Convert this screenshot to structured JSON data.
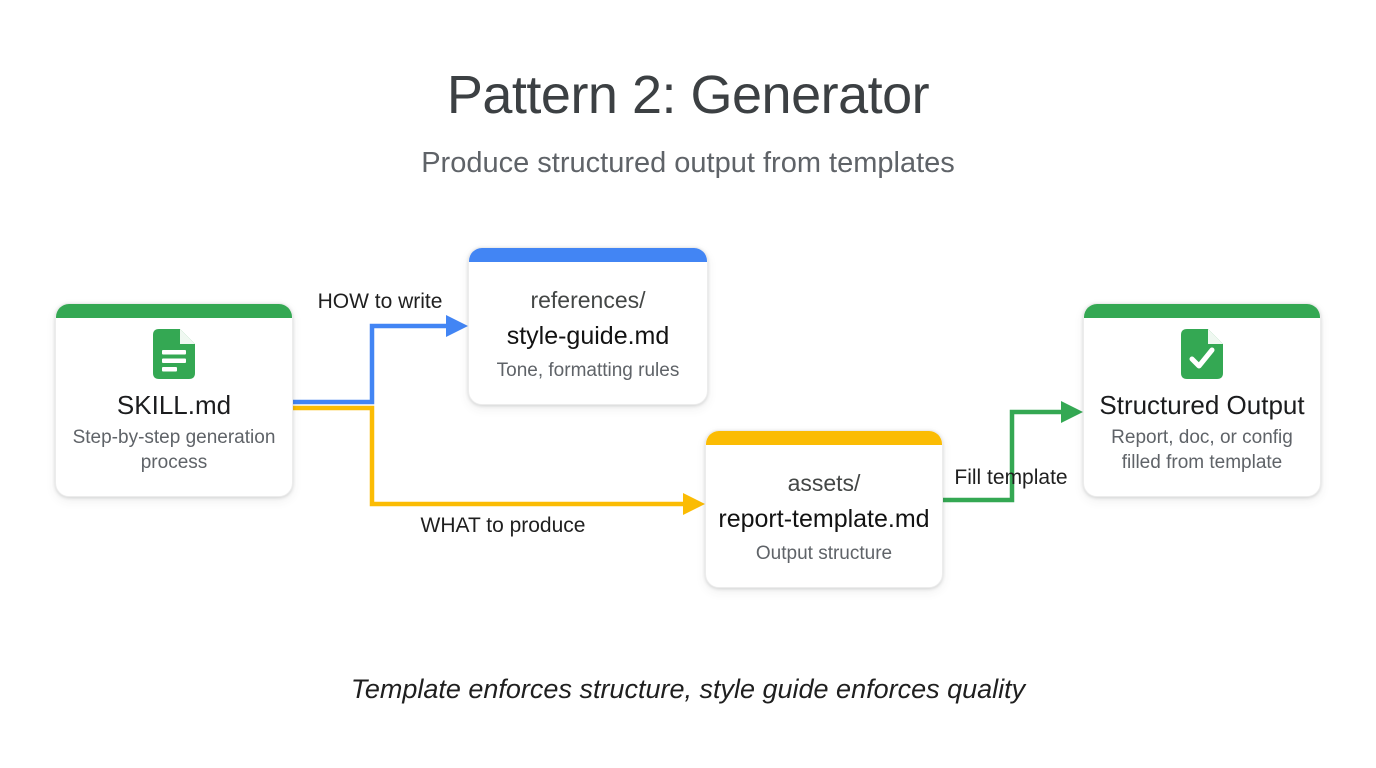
{
  "title": "Pattern 2: Generator",
  "subtitle": "Produce structured output from templates",
  "caption": "Template enforces structure, style guide enforces quality",
  "colors": {
    "green": "#34A853",
    "blue": "#4285F4",
    "yellow": "#FBBC04",
    "title_text": "#3c4043",
    "muted_text": "#5f6368"
  },
  "nodes": {
    "skill": {
      "title": "SKILL.md",
      "subtitle": "Step-by-step generation process",
      "accent": "#34A853",
      "icon": "document-icon"
    },
    "references": {
      "folder": "references/",
      "file": "style-guide.md",
      "desc": "Tone, formatting rules",
      "accent": "#4285F4"
    },
    "assets": {
      "folder": "assets/",
      "file": "report-template.md",
      "desc": "Output structure",
      "accent": "#FBBC04"
    },
    "output": {
      "title": "Structured Output",
      "subtitle": "Report, doc, or config filled from template",
      "accent": "#34A853",
      "icon": "document-check-icon"
    }
  },
  "edges": {
    "how": {
      "label": "HOW to write",
      "color": "#4285F4"
    },
    "what": {
      "label": "WHAT to produce",
      "color": "#FBBC04"
    },
    "fill": {
      "label": "Fill template",
      "color": "#34A853"
    }
  }
}
